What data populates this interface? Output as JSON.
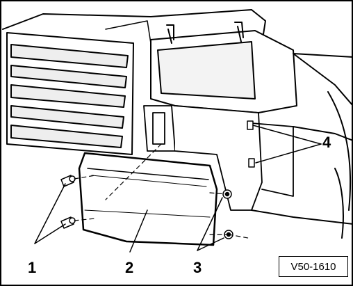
{
  "diagram": {
    "callouts": {
      "c1": "1",
      "c2": "2",
      "c3": "3",
      "c4": "4"
    },
    "figure_id": "V50-1610"
  }
}
